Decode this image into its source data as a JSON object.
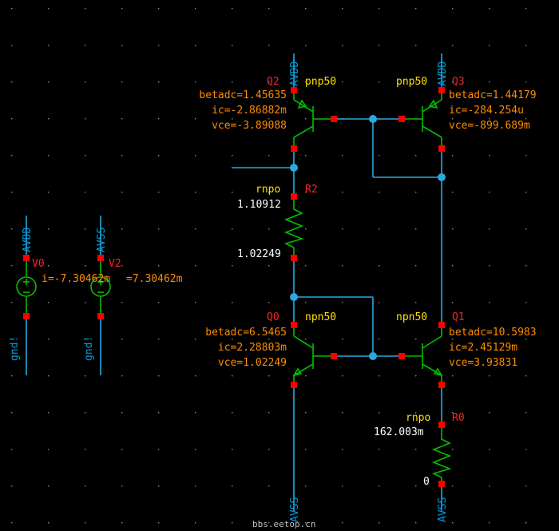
{
  "nets": {
    "avdd_q2": "AVDD",
    "avdd_q3": "AVDD",
    "avdd_v0": "AVDD",
    "avss_v2": "AVSS",
    "gnd_v0": "gnd!",
    "gnd_v2": "gnd!",
    "avss_q0": "AVSS",
    "avss_r0": "AVSS"
  },
  "q2": {
    "inst": "Q2",
    "cell": "pnp50",
    "betadc": "betadc=1.45635",
    "ic": "ic=-2.86882m",
    "vce": "vce=-3.89088"
  },
  "q3": {
    "inst": "Q3",
    "cell": "pnp50",
    "betadc": "betadc=1.44179",
    "ic": "ic=-284.254u",
    "vce": "vce=-899.689m"
  },
  "q0": {
    "inst": "Q0",
    "cell": "npn50",
    "betadc": "betadc=6.5465",
    "ic": "ic=2.28803m",
    "vce": "vce=1.02249"
  },
  "q1": {
    "inst": "Q1",
    "cell": "npn50",
    "betadc": "betadc=10.5983",
    "ic": "ic=2.45129m",
    "vce": "vce=3.93831"
  },
  "r2": {
    "inst": "R2",
    "cell": "rnpo",
    "v_top": "1.10912",
    "v_bot": "1.02249"
  },
  "r0": {
    "inst": "R0",
    "cell": "rnpo",
    "v_top": "162.003m",
    "v_bot": "0"
  },
  "v0": {
    "inst": "V0",
    "current": "i=-7.30462m"
  },
  "v2": {
    "inst": "V2",
    "current": "=7.30462m"
  },
  "watermark": "bbs.eetop.cn",
  "colors": {
    "background": "#000000",
    "wire": "#2aa8e0",
    "device": "#00c000",
    "pin": "#ff0000",
    "instance_label": "#ff2020",
    "cell_label": "#ffe000",
    "operating_point": "#ff8c00",
    "node_voltage": "#ffffff"
  }
}
